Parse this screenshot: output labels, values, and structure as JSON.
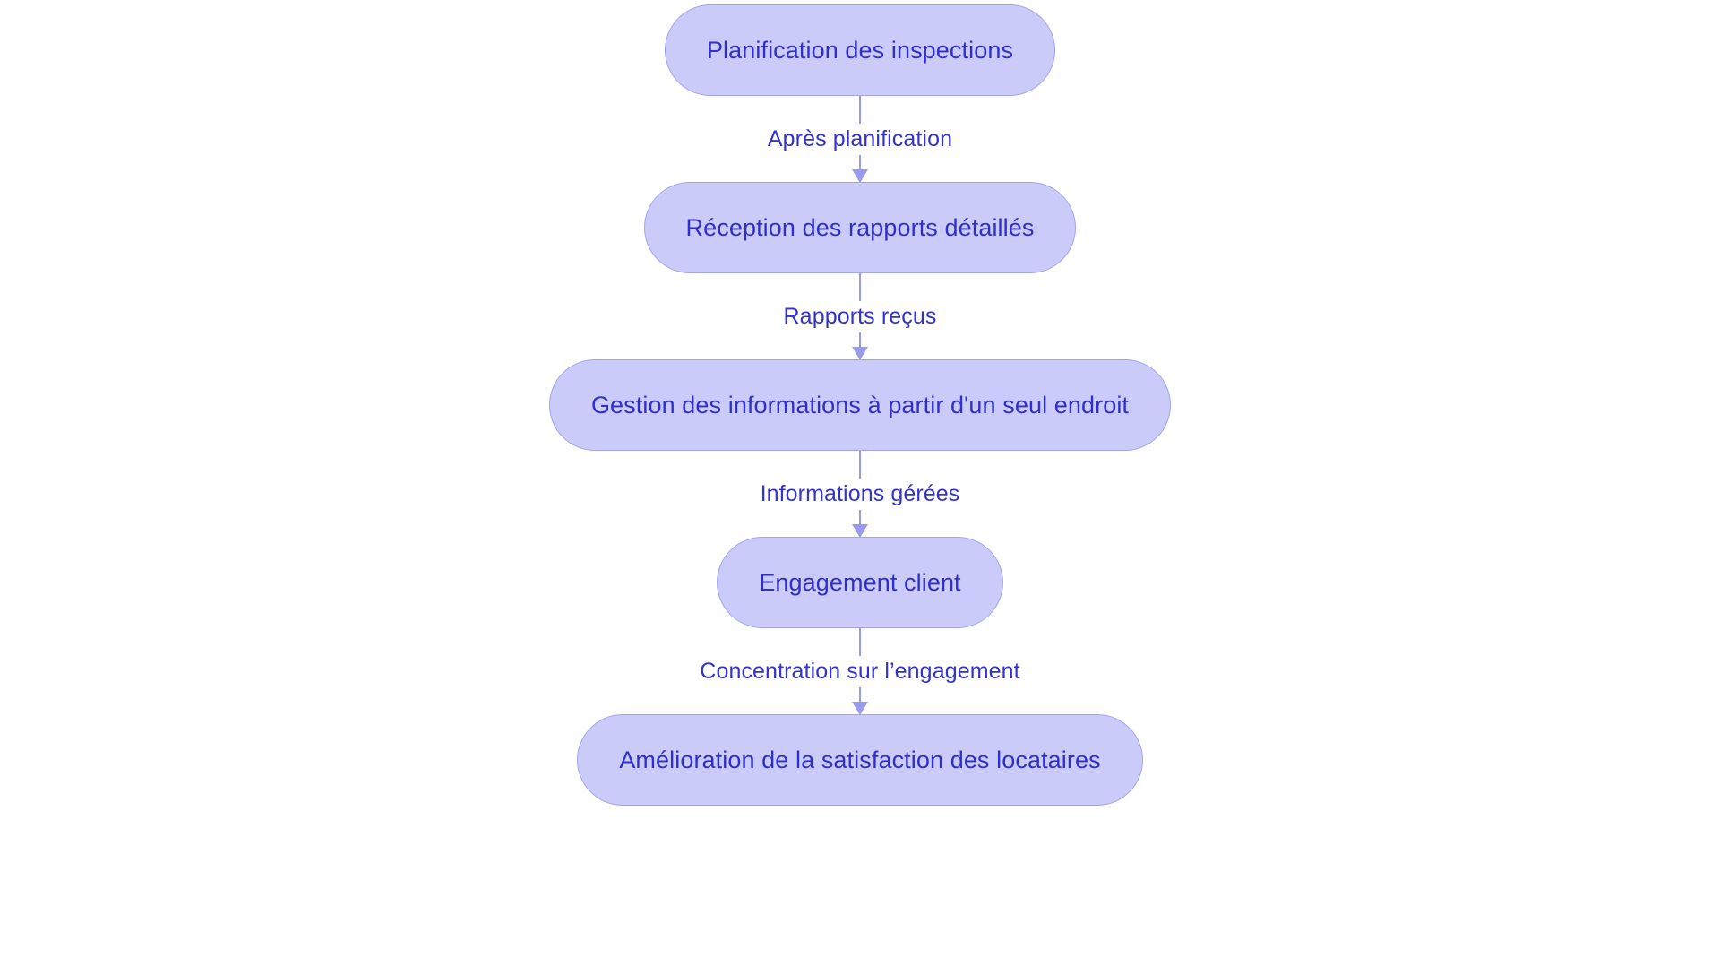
{
  "diagram": {
    "type": "flowchart",
    "direction": "top-to-bottom",
    "title": "",
    "background_color": "#ffffff",
    "node_fill_color": "#cbcbfa",
    "node_border_color": "#a3a3ef",
    "node_text_color": "#2f2fcc",
    "edge_color": "#9a9aec",
    "edge_label_color": "#3333cc",
    "nodes": [
      {
        "id": "n1",
        "label": "Planification des inspections",
        "shape": "stadium"
      },
      {
        "id": "n2",
        "label": "Réception des rapports détaillés",
        "shape": "stadium"
      },
      {
        "id": "n3",
        "label": "Gestion des informations à partir d'un seul endroit",
        "shape": "stadium"
      },
      {
        "id": "n4",
        "label": "Engagement client",
        "shape": "stadium"
      },
      {
        "id": "n5",
        "label": "Amélioration de la satisfaction des locataires",
        "shape": "stadium"
      }
    ],
    "edges": [
      {
        "from": "n1",
        "to": "n2",
        "label": "Après planification",
        "arrow": "down-arrow"
      },
      {
        "from": "n2",
        "to": "n3",
        "label": "Rapports reçus",
        "arrow": "down-arrow"
      },
      {
        "from": "n3",
        "to": "n4",
        "label": "Informations gérées",
        "arrow": "down-arrow"
      },
      {
        "from": "n4",
        "to": "n5",
        "label": "Concentration sur l’engagement",
        "arrow": "down-arrow"
      }
    ]
  }
}
